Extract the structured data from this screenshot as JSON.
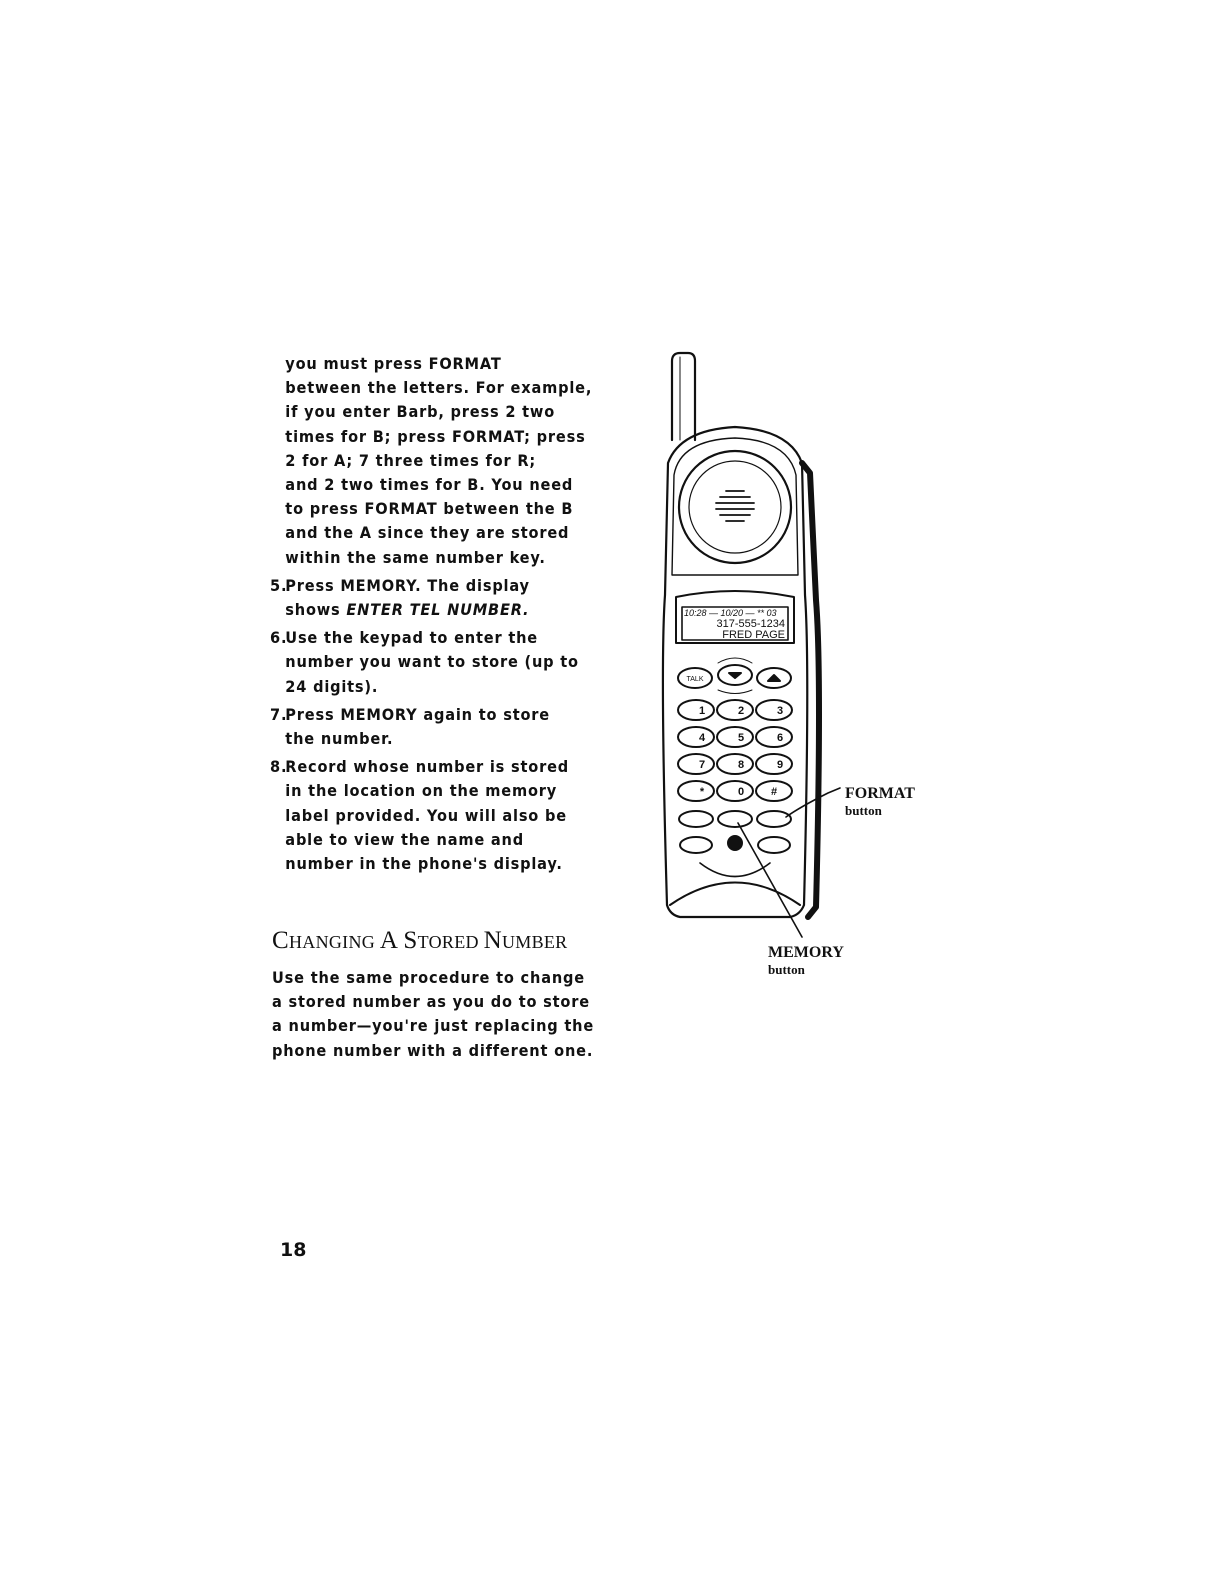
{
  "intro_lines": [
    "you must press FORMAT",
    "between the letters. For example,",
    "if you enter Barb, press 2 two",
    "times for B; press FORMAT; press",
    "2 for A; 7 three times for R;",
    "and 2 two times for B. You need",
    "to press FORMAT between the B",
    "and the A since they are stored",
    "within the same number key."
  ],
  "steps": [
    {
      "num": "5.",
      "lines": [
        "Press MEMORY. The display"
      ],
      "shows_prefix": "shows ",
      "shows_italic": "ENTER TEL NUMBER."
    },
    {
      "num": "6.",
      "lines": [
        "Use the keypad to enter the",
        "number you want to store (up to",
        "24 digits)."
      ]
    },
    {
      "num": "7.",
      "lines": [
        "Press MEMORY again to store",
        "the number."
      ]
    },
    {
      "num": "8.",
      "lines": [
        "Record whose number is stored",
        "in the location on the memory",
        "label provided. You will also be",
        "able to view the name and",
        "number in the phone's display."
      ]
    }
  ],
  "section": {
    "heading": {
      "c1": "C",
      "s1": "HANGING ",
      "c2": "A ",
      "c3": "S",
      "s3": "TORED ",
      "c4": "N",
      "s4": "UMBER"
    },
    "para_lines": [
      "Use the same procedure to change",
      "a stored number as you do to store",
      "a number—you're just replacing the",
      "phone number with a different one."
    ]
  },
  "page_number": "18",
  "figure": {
    "display": {
      "line1": "10:28 — 10/20 — ** 03",
      "line2": "317-555-1234",
      "line3": "FRED PAGE"
    },
    "keys": {
      "talk": "TALK",
      "k1": "1",
      "k2": "2",
      "k3": "3",
      "k4": "4",
      "k5": "5",
      "k6": "6",
      "k7": "7",
      "k8": "8",
      "k9": "9",
      "star": "*",
      "k0": "0",
      "hash": "#"
    },
    "callouts": {
      "format_title": "FORMAT",
      "format_sub": "button",
      "memory_title": "MEMORY",
      "memory_sub": "button"
    }
  }
}
